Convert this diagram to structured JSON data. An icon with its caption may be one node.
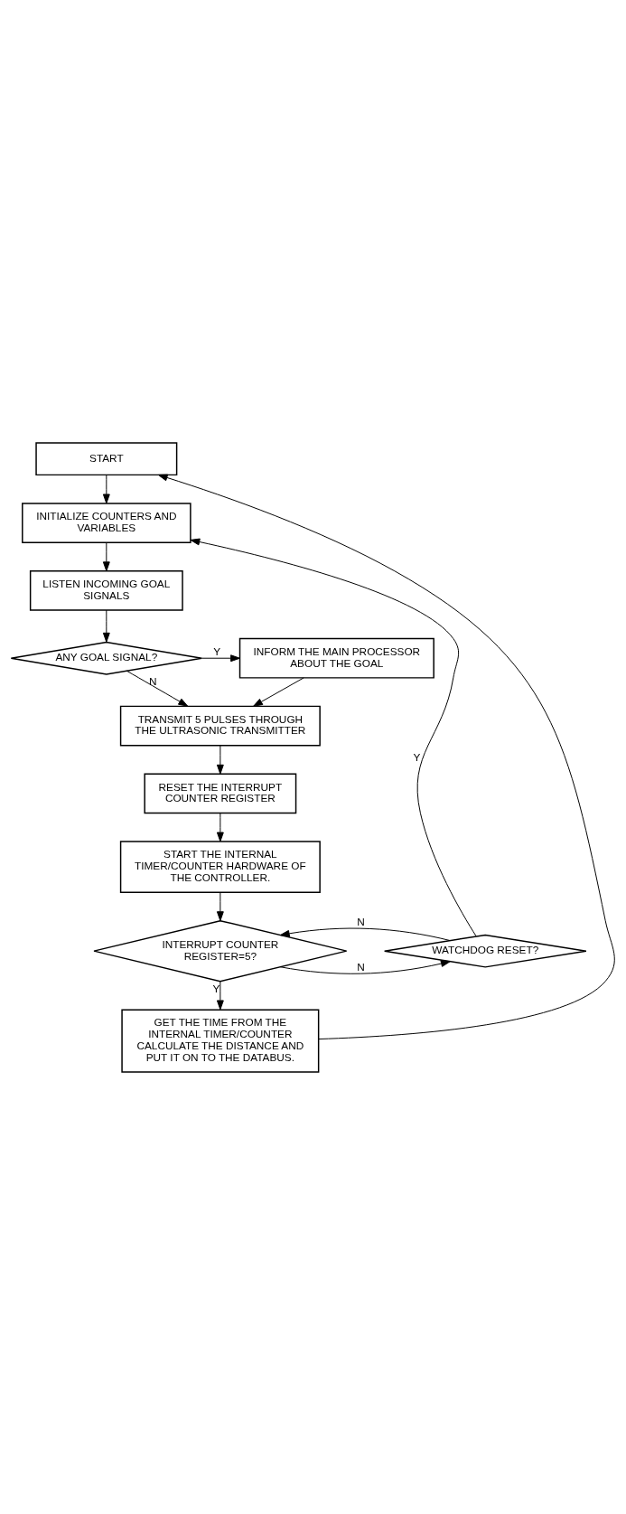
{
  "diagram": {
    "nodes": [
      {
        "text": [
          "START"
        ]
      },
      {
        "text": [
          "INITIALIZE COUNTERS AND VARIABLES"
        ]
      },
      {
        "text": [
          "LISTEN INCOMING GOAL SIGNALS"
        ]
      },
      {
        "text": [
          "ANY GOAL SIGNAL?"
        ]
      },
      {
        "text": [
          "INFORM THE MAIN PROCESSOR ABOUT THE GOAL"
        ]
      },
      {
        "text": [
          "TRANSMIT 5 PULSES THROUGH THE ULTRASONIC TRANSMITTER"
        ]
      },
      {
        "text": [
          "RESET THE INTERRUPT COUNTER REGISTER"
        ]
      },
      {
        "text": [
          "START THE INTERNAL TIMER/COUNTER HARDWARE OF THE CONTROLLER."
        ]
      },
      {
        "text": [
          "INTERRUPT COUNTER REGISTER=5?"
        ]
      },
      {
        "text": [
          "WATCHDOG RESET?"
        ]
      },
      {
        "text": [
          "GET THE TIME FROM THE INTERNAL TIMER/COUNTER CALCULATE THE DISTANCE AND PUT IT ON TO THE DATABUS."
        ]
      }
    ],
    "edges": [
      {
        "from": 0,
        "to": 1,
        "arrow": "to"
      },
      {
        "from": 1,
        "to": 2,
        "arrow": "to"
      },
      {
        "from": 2,
        "to": 3,
        "arrow": "to"
      },
      {
        "from": 3,
        "to": 4,
        "arrow": "to",
        "label": "Y"
      },
      {
        "from": 3,
        "to": 5,
        "arrow": "to",
        "label": "N"
      },
      {
        "from": 4,
        "to": 5,
        "arrow": "to"
      },
      {
        "from": 5,
        "to": 6,
        "arrow": "to"
      },
      {
        "from": 6,
        "to": 7,
        "arrow": "to"
      },
      {
        "from": 7,
        "to": 8,
        "arrow": "to"
      },
      {
        "from": 8,
        "to": 9,
        "arrow": "to",
        "label": "N"
      },
      {
        "from": 9,
        "to": 8,
        "arrow": "to",
        "label": "N"
      },
      {
        "from": 9,
        "to": 1,
        "arrow": "to",
        "label": "Y"
      },
      {
        "from": 8,
        "to": 10,
        "arrow": "to",
        "label": "Y"
      },
      {
        "from": 10,
        "to": 0,
        "arrow": "to"
      }
    ]
  }
}
